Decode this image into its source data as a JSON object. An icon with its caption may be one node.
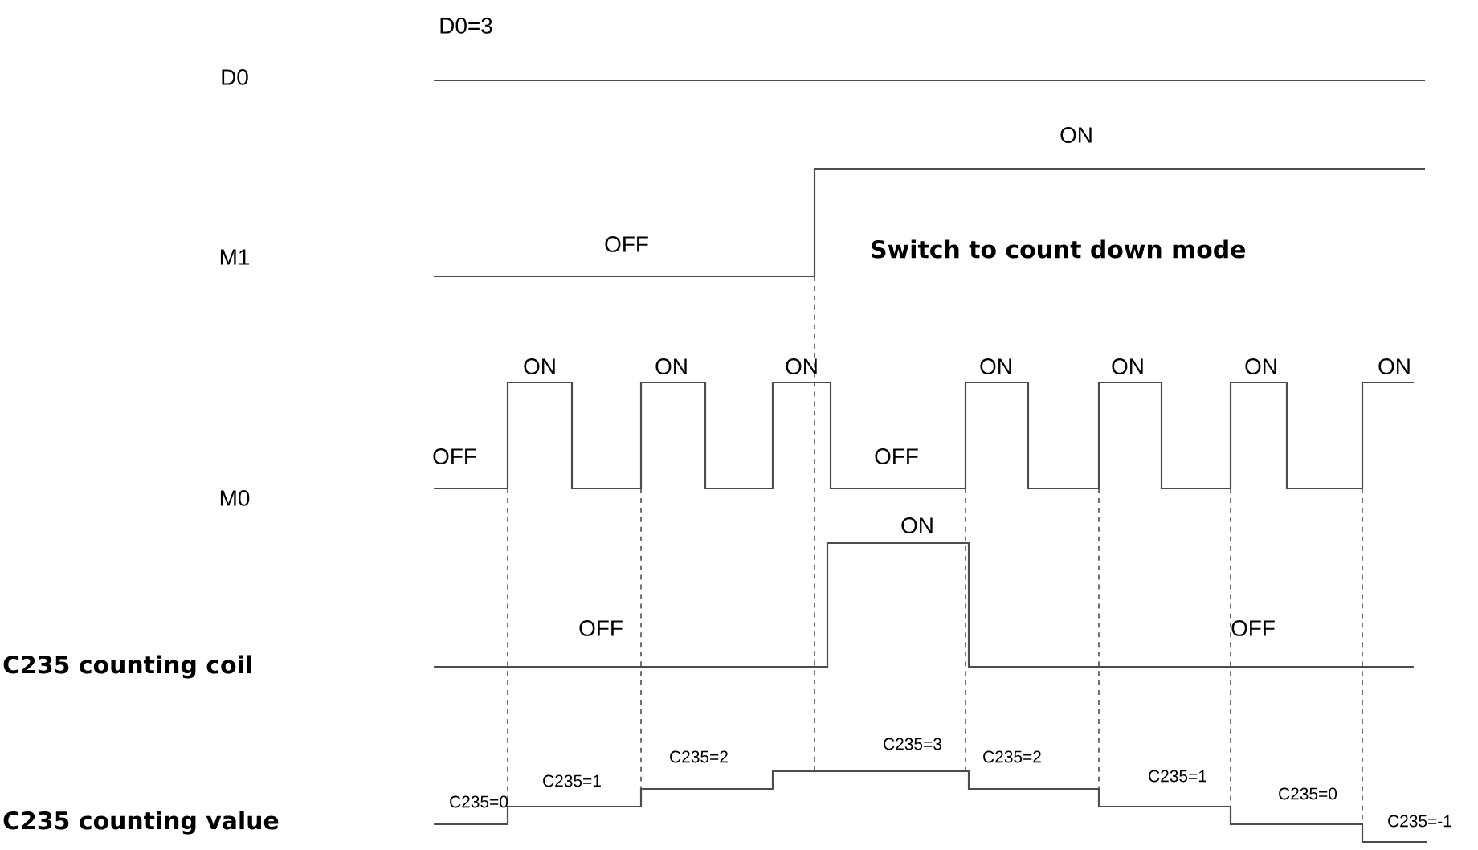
{
  "diagram": {
    "labels": [
      "D0=3",
      "D0",
      "ON",
      "OFF",
      "Switch to count down mode",
      "M1",
      "ON",
      "ON",
      "ON",
      "ON",
      "ON",
      "ON",
      "ON",
      "OFF",
      "OFF",
      "M0",
      "ON",
      "OFF",
      "OFF",
      "C235 counting coil",
      "C235=0",
      "C235=1",
      "C235=2",
      "C235=3",
      "C235=2",
      "C235=1",
      "C235=0",
      "C235=-1",
      "C235 counting value"
    ]
  }
}
